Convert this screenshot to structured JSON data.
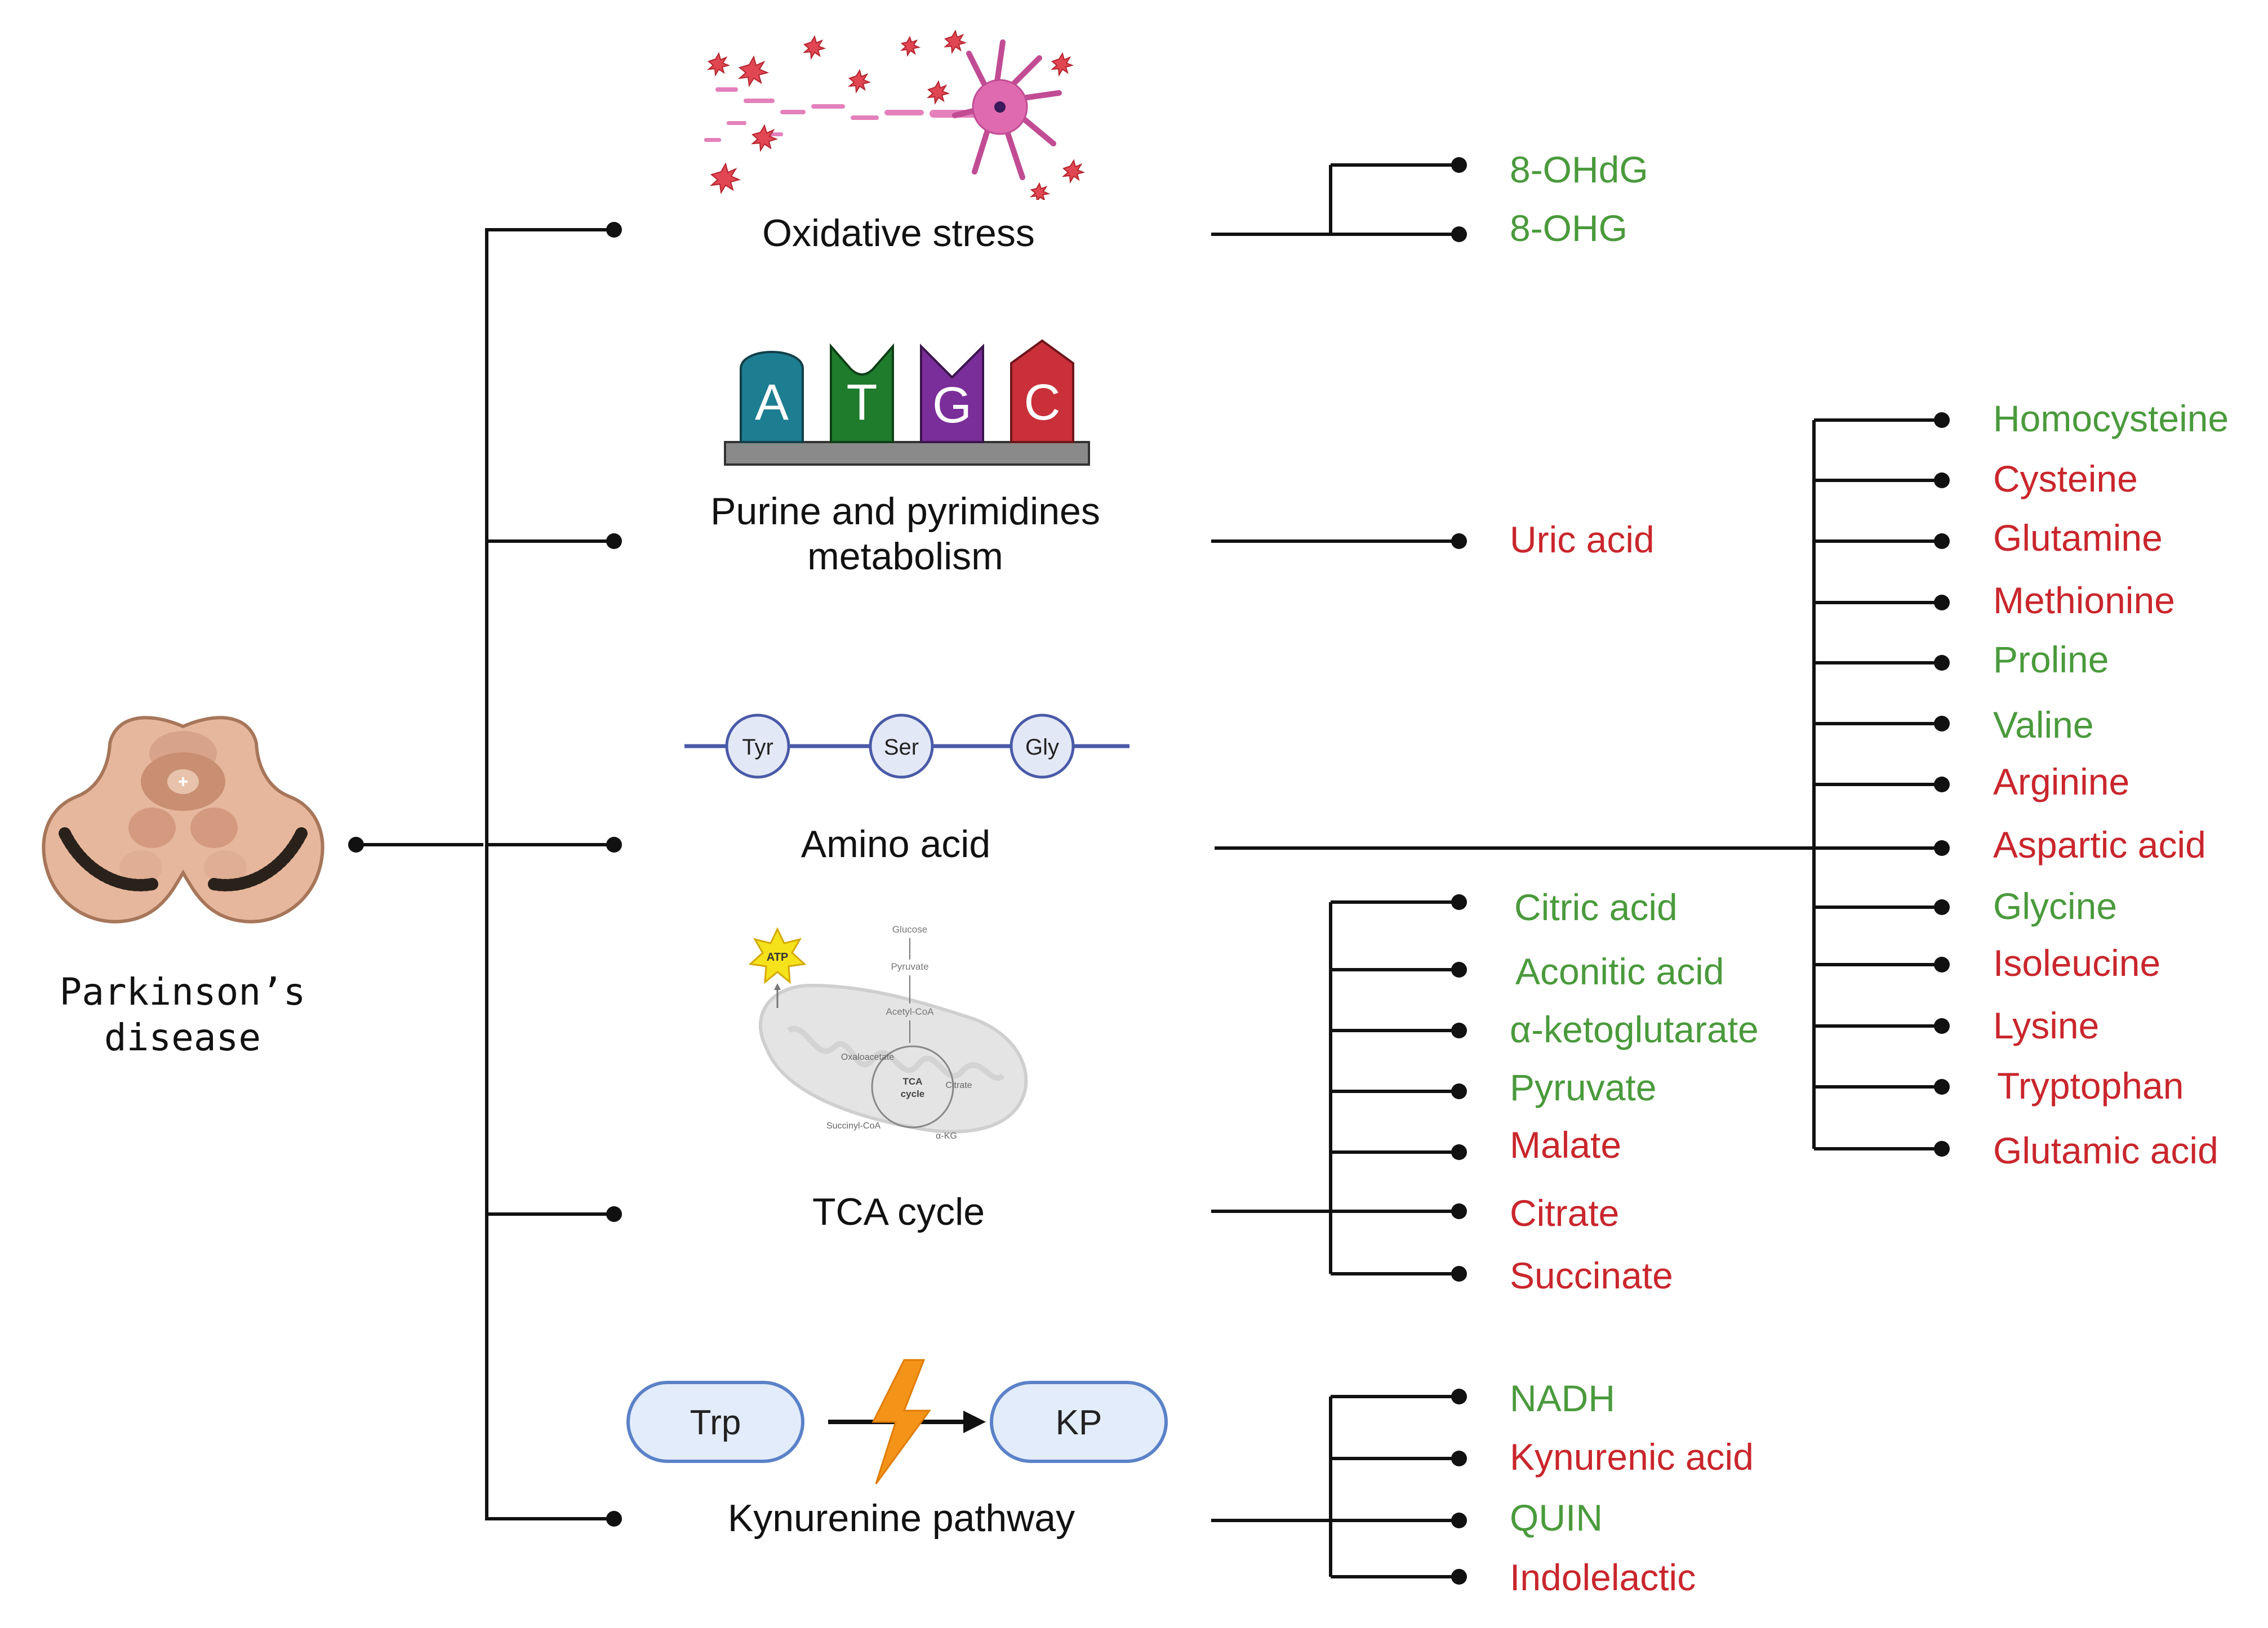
{
  "root": {
    "label": "Parkinson’s\ndisease",
    "icon": "brain-midbrain-cross-section-icon"
  },
  "colors": {
    "increased": "#4a9a3c",
    "decreased": "#c9262c",
    "line": "#111111",
    "text": "#111111"
  },
  "categories": [
    {
      "name": "Oxidative stress",
      "icon": "neuron-damage-icon",
      "metabolites": [
        {
          "label": "8-OHdG",
          "color": "#4a9a3c"
        },
        {
          "label": "8-OHG",
          "color": "#4a9a3c"
        }
      ]
    },
    {
      "name": "Purine and pyrimidines\nmetabolism",
      "icon": "nucleotide-bases-icon",
      "bases": [
        "A",
        "T",
        "G",
        "C"
      ],
      "metabolites": [
        {
          "label": "Uric acid",
          "color": "#c9262c"
        }
      ]
    },
    {
      "name": "Amino acid",
      "icon": "peptide-chain-icon",
      "residues": [
        "Tyr",
        "Ser",
        "Gly"
      ],
      "metabolites": [
        {
          "label": "Homocysteine",
          "color": "#4a9a3c"
        },
        {
          "label": "Cysteine",
          "color": "#c9262c"
        },
        {
          "label": "Glutamine",
          "color": "#c9262c"
        },
        {
          "label": "Methionine",
          "color": "#c9262c"
        },
        {
          "label": "Proline",
          "color": "#4a9a3c"
        },
        {
          "label": "Valine",
          "color": "#4a9a3c"
        },
        {
          "label": "Arginine",
          "color": "#c9262c"
        },
        {
          "label": "Aspartic acid",
          "color": "#c9262c"
        },
        {
          "label": "Glycine",
          "color": "#4a9a3c"
        },
        {
          "label": "Isoleucine",
          "color": "#c9262c"
        },
        {
          "label": "Lysine",
          "color": "#c9262c"
        },
        {
          "label": "Tryptophan",
          "color": "#c9262c"
        },
        {
          "label": "Glutamic acid",
          "color": "#c9262c"
        }
      ]
    },
    {
      "name": "TCA cycle",
      "icon": "mitochondrion-tca-icon",
      "pathway": {
        "atp": "ATP",
        "glucose": "Glucose",
        "pyruvate": "Pyruvate",
        "acetyl": "Acetyl-CoA",
        "oxaloacetate": "Oxaloacetate",
        "citrate": "Citrate",
        "succinyl": "Succinyl-CoA",
        "akg": "α-KG",
        "tca": "TCA",
        "cycle": "cycle"
      },
      "metabolites": [
        {
          "label": "Citric acid",
          "color": "#4a9a3c"
        },
        {
          "label": "Aconitic acid",
          "color": "#4a9a3c"
        },
        {
          "label": "α-ketoglutarate",
          "color": "#4a9a3c"
        },
        {
          "label": "Pyruvate",
          "color": "#4a9a3c"
        },
        {
          "label": "Malate",
          "color": "#c9262c"
        },
        {
          "label": "Citrate",
          "color": "#c9262c"
        },
        {
          "label": "Succinate",
          "color": "#c9262c"
        }
      ]
    },
    {
      "name": "Kynurenine pathway",
      "icon": "trp-to-kp-icon",
      "from": "Trp",
      "to": "KP",
      "metabolites": [
        {
          "label": "NADH",
          "color": "#4a9a3c"
        },
        {
          "label": "Kynurenic acid",
          "color": "#c9262c"
        },
        {
          "label": "QUIN",
          "color": "#4a9a3c"
        },
        {
          "label": "Indolelactic",
          "color": "#c9262c"
        }
      ]
    }
  ]
}
